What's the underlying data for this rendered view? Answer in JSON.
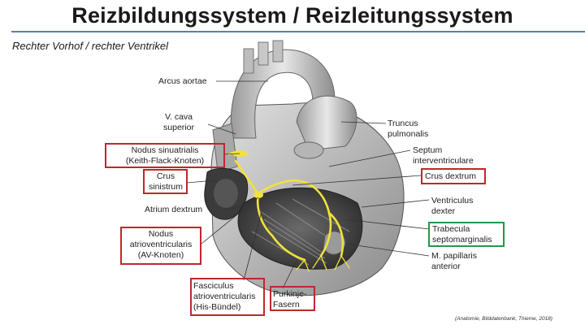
{
  "slide": {
    "title": "Reizbildungssystem / Reizleitungssystem",
    "subtitle": "Rechter Vorhof / rechter Ventrikel",
    "credit": "(Anatomie, Bilddatenbank, Thieme, 2018)"
  },
  "labels": {
    "arcus_aortae": "Arcus aortae",
    "v_cava_1": "V. cava",
    "v_cava_2": "superior",
    "nodus_sa_1": "Nodus sinuatrialis",
    "nodus_sa_2": "(Keith-Flack-Knoten)",
    "crus_sin_1": "Crus",
    "crus_sin_2": "sinistrum",
    "atrium_dextrum": "Atrium dextrum",
    "nodus_av_1": "Nodus",
    "nodus_av_2": "atrioventricularis",
    "nodus_av_3": "(AV-Knoten)",
    "fasc_1": "Fasciculus",
    "fasc_2": "atrioventricularis",
    "fasc_3": "(His-Bündel)",
    "purkinje_1": "Purkinje-",
    "purkinje_2": "Fasern",
    "truncus_1": "Truncus",
    "truncus_2": "pulmonalis",
    "septum_1": "Septum",
    "septum_2": "interventriculare",
    "crus_dextrum": "Crus dextrum",
    "ventr_1": "Ventriculus",
    "ventr_2": "dexter",
    "trab_1": "Trabecula",
    "trab_2": "septomarginalis",
    "mpap_1": "M. papillaris",
    "mpap_2": "anterior"
  },
  "colors": {
    "highlight_red": "#c0272d",
    "highlight_green": "#1f9a4a",
    "conduction_yellow": "#f2e23a",
    "title_rule": "#4f81bd"
  }
}
